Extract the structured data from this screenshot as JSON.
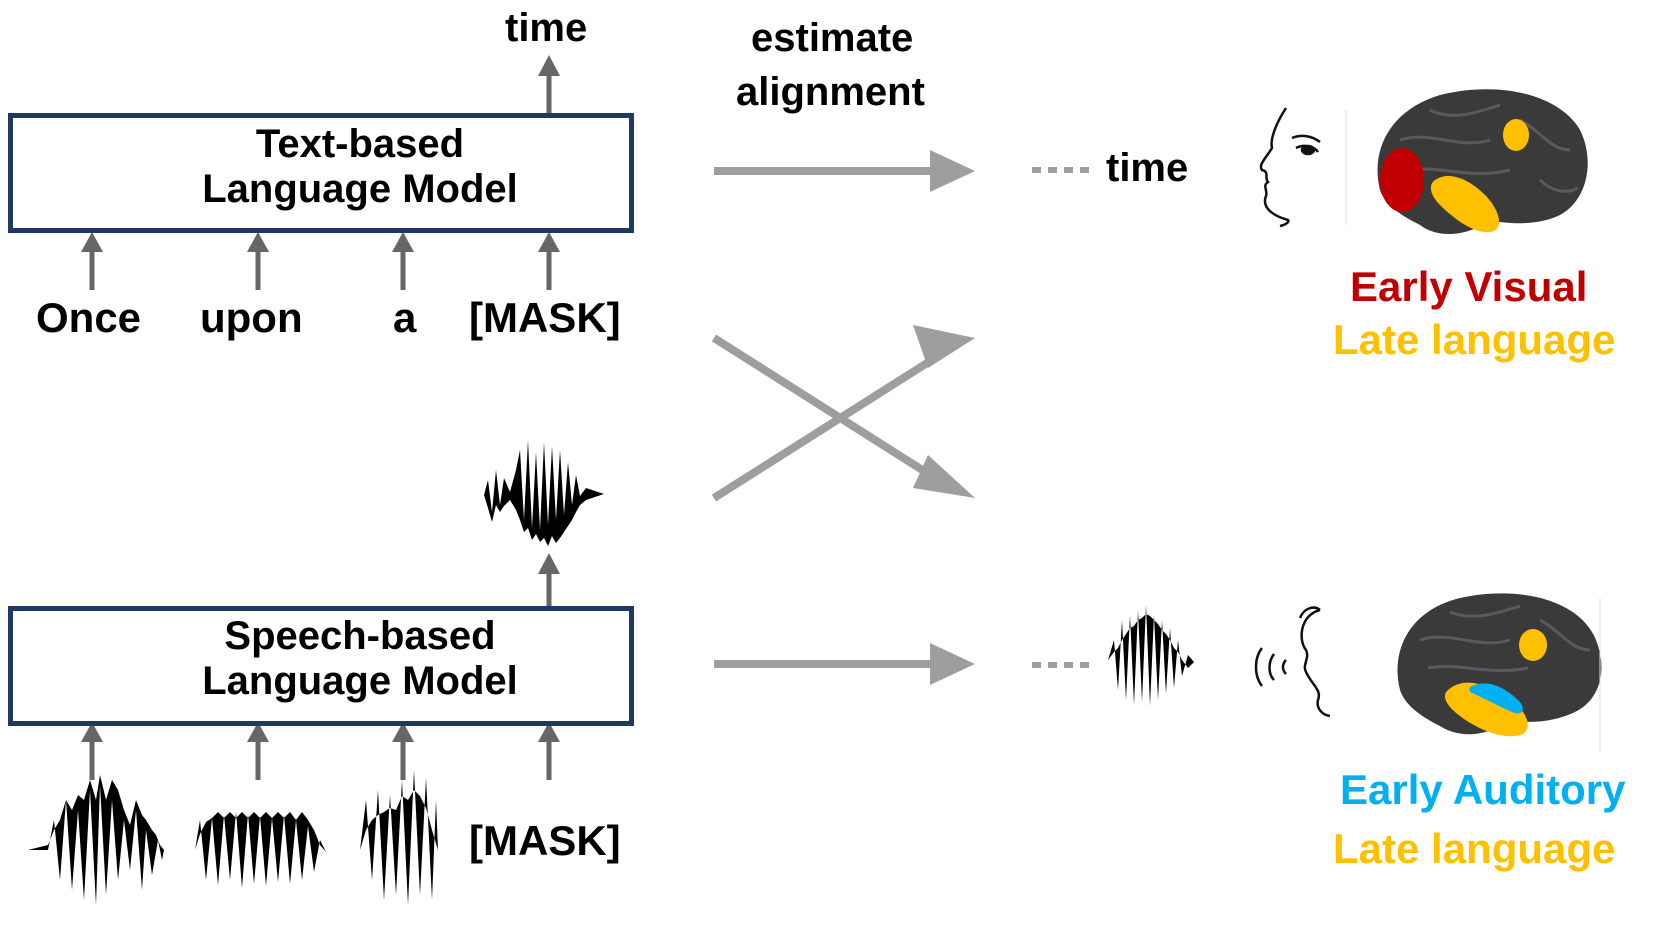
{
  "text_model": {
    "line1": "Text-based",
    "line2": "Language Model",
    "output_label": "time",
    "tokens": [
      "Once",
      "upon",
      "a",
      "[MASK]"
    ]
  },
  "speech_model": {
    "line1": "Speech-based",
    "line2": "Language Model",
    "mask_label": "[MASK]"
  },
  "alignment": {
    "line1": "estimate",
    "line2": "alignment"
  },
  "brain_text": {
    "time_label": "time",
    "early_label": "Early Visual",
    "late_label": "Late language"
  },
  "brain_speech": {
    "early_label": "Early Auditory",
    "late_label": "Late language"
  },
  "colors": {
    "box_border": "#1f3864",
    "arrow_gray": "#9e9e9e",
    "small_arrow": "#666666",
    "early_visual": "#c00000",
    "late_language": "#ffc000",
    "early_auditory": "#00b0f0",
    "brain": "#3a3a3a"
  },
  "icons": [
    "monitor-icon",
    "speech-monitor-icon",
    "face-eye-icon",
    "ear-speaker-icon",
    "brain-icon",
    "waveform-icon"
  ]
}
